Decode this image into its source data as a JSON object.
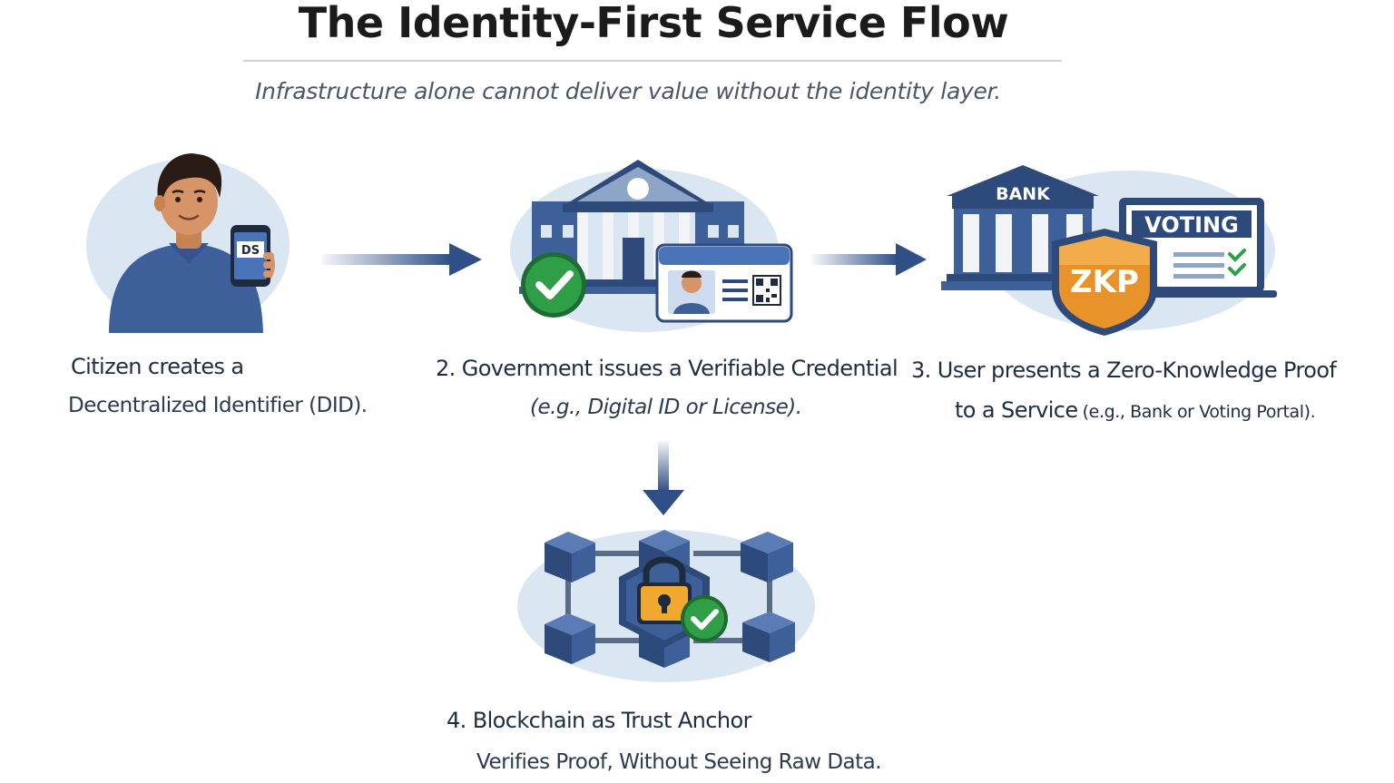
{
  "header": {
    "title": "The Identity-First Service Flow",
    "subtitle": "Infrastructure alone cannot deliver value without the identity layer."
  },
  "steps": [
    {
      "line1": "Citizen creates a",
      "line2": "Decentralized Identifier (DID).",
      "icons": [
        "citizen-icon",
        "smartphone-icon"
      ],
      "phone_text": "DS"
    },
    {
      "line1": "2. Government issues a Verifiable Credential",
      "line2": "(e.g., Digital ID or License).",
      "icons": [
        "government-building-icon",
        "checkmark-badge-icon",
        "id-card-icon",
        "qr-code-icon"
      ]
    },
    {
      "line1": "3. User presents a Zero-Knowledge Proof",
      "line2_main": "to a Service",
      "line2_note": "(e.g., Bank or Voting Portal).",
      "bank_label": "BANK",
      "voting_label": "VOTING",
      "shield_label": "ZKP",
      "icons": [
        "bank-building-icon",
        "zkp-shield-icon",
        "voting-screen-icon"
      ]
    },
    {
      "line1": "4. Blockchain as Trust Anchor",
      "line2": "Verifies Proof, Without Seeing Raw Data.",
      "icons": [
        "blockchain-blocks-icon",
        "padlock-icon",
        "checkmark-badge-icon"
      ]
    }
  ],
  "colors": {
    "navy": "#2d4a7a",
    "blob": "#dbe6f3",
    "green": "#2e9e47",
    "shield_orange": "#e8922a",
    "arrow": "#2f4f86"
  }
}
